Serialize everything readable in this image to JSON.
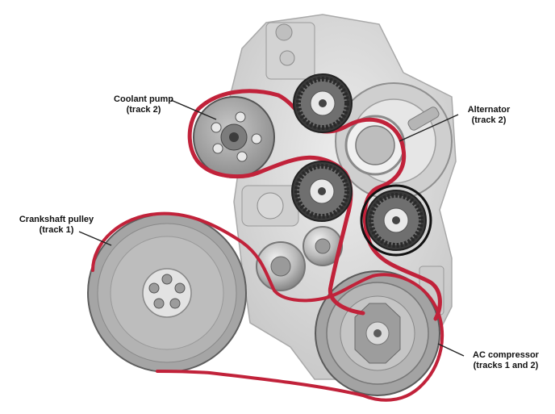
{
  "diagram": {
    "colors": {
      "belt": "#c1223a",
      "metal_dark": "#6b6b6b",
      "metal_mid": "#9c9c9c",
      "metal_light": "#d6d6d6",
      "engine_block": "#e3e3e3",
      "leader": "#222222"
    },
    "components": [
      {
        "id": "coolant",
        "line1": "Coolant pump",
        "line2": "(track 2)"
      },
      {
        "id": "alternator",
        "line1": "Alternator",
        "line2": "(track 2)"
      },
      {
        "id": "crankshaft",
        "line1": "Crankshaft pulley",
        "line2": "(track 1)"
      },
      {
        "id": "ac",
        "line1": "AC compressor",
        "line2": "(tracks 1 and 2)"
      }
    ]
  }
}
